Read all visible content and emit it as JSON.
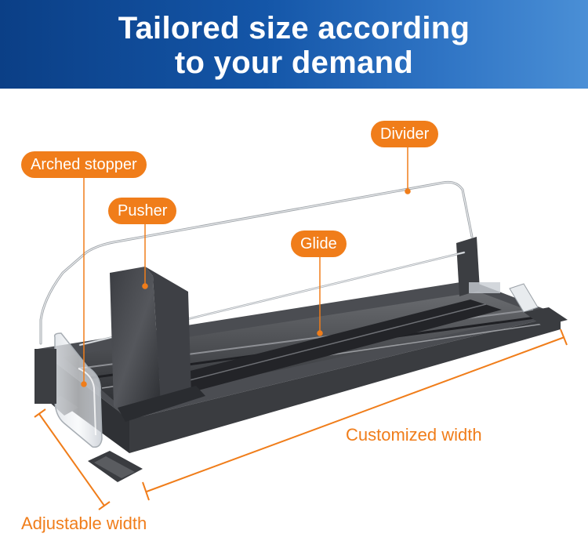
{
  "banner": {
    "title_line1": "Tailored size according",
    "title_line2": "to your demand"
  },
  "callouts": {
    "divider": "Divider",
    "arched_stopper": "Arched stopper",
    "pusher": "Pusher",
    "glide": "Glide"
  },
  "dimensions": {
    "customized_width": "Customized width",
    "adjustable_width": "Adjustable width"
  },
  "colors": {
    "accent": "#f07d1a",
    "banner_dark": "#0b3f86",
    "banner_light": "#4a8fd6"
  }
}
